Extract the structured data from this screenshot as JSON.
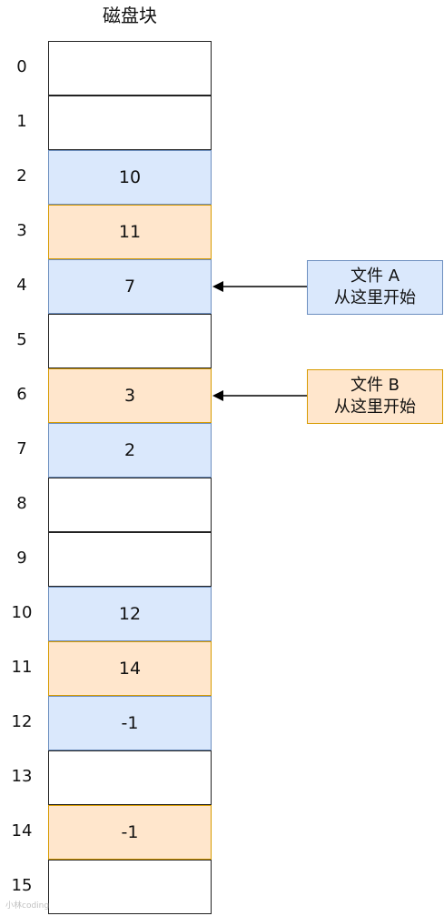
{
  "title": "磁盘块",
  "rows": [
    {
      "index": "0",
      "value": "",
      "color": "empty"
    },
    {
      "index": "1",
      "value": "",
      "color": "empty"
    },
    {
      "index": "2",
      "value": "10",
      "color": "blue"
    },
    {
      "index": "3",
      "value": "11",
      "color": "orange"
    },
    {
      "index": "4",
      "value": "7",
      "color": "blue"
    },
    {
      "index": "5",
      "value": "",
      "color": "empty"
    },
    {
      "index": "6",
      "value": "3",
      "color": "orange"
    },
    {
      "index": "7",
      "value": "2",
      "color": "blue"
    },
    {
      "index": "8",
      "value": "",
      "color": "empty"
    },
    {
      "index": "9",
      "value": "",
      "color": "empty"
    },
    {
      "index": "10",
      "value": "12",
      "color": "blue"
    },
    {
      "index": "11",
      "value": "14",
      "color": "orange"
    },
    {
      "index": "12",
      "value": "-1",
      "color": "blue"
    },
    {
      "index": "13",
      "value": "",
      "color": "empty"
    },
    {
      "index": "14",
      "value": "-1",
      "color": "orange"
    },
    {
      "index": "15",
      "value": "",
      "color": "empty"
    }
  ],
  "callouts": {
    "file_a": {
      "line1": "文件 A",
      "line2": "从这里开始",
      "target_block": "4",
      "color": "blue"
    },
    "file_b": {
      "line1": "文件 B",
      "line2": "从这里开始",
      "target_block": "6",
      "color": "orange"
    }
  },
  "colors": {
    "blue_fill": "#dae8fc",
    "blue_border": "#6c8ebf",
    "orange_fill": "#ffe6cc",
    "orange_border": "#d79b00",
    "empty_border": "#222222"
  },
  "watermark": "小林coding"
}
